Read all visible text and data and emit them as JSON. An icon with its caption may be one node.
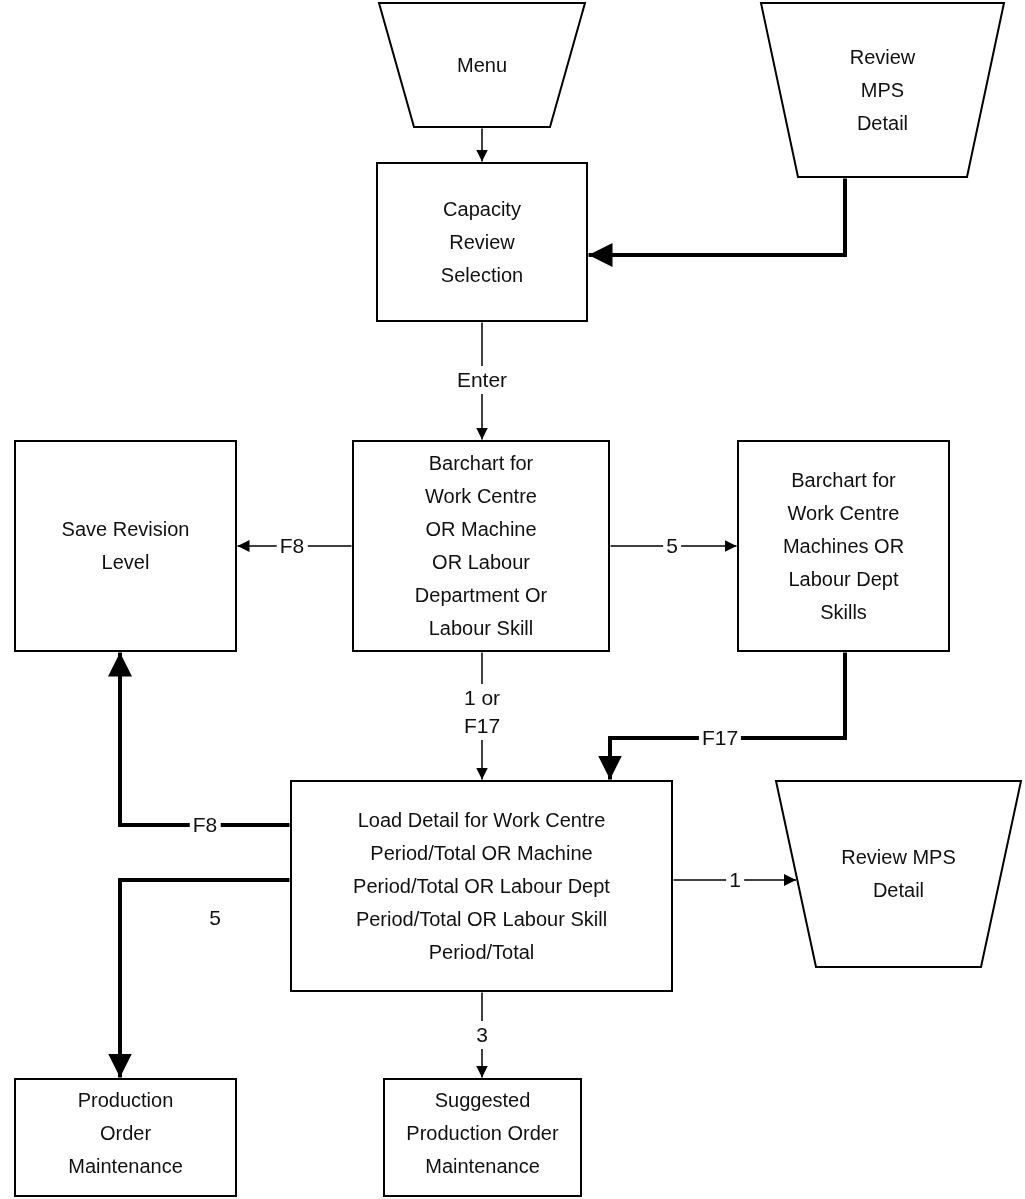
{
  "diagram": {
    "nodes": [
      {
        "text": [
          "Menu"
        ]
      },
      {
        "text": [
          "Review MPS Detail"
        ]
      },
      {
        "text": [
          "Capacity Review Selection"
        ]
      },
      {
        "text": [
          "Barchart for Work Centre OR Machine OR Labour Department Or Labour Skill"
        ]
      },
      {
        "text": [
          "Save Revision Level"
        ]
      },
      {
        "text": [
          "Barchart for Work Centre Machines OR Labour Dept Skills"
        ]
      },
      {
        "text": [
          "Load Detail for Work Centre Period/Total OR Machine Period/Total OR Labour Dept Period/Total OR Labour Skill Period/Total"
        ]
      },
      {
        "text": [
          "Review MPS Detail"
        ]
      },
      {
        "text": [
          "Production Order Maintenance"
        ]
      },
      {
        "text": [
          "Suggested Production Order Maintenance"
        ]
      }
    ],
    "edges": [
      {
        "from": 0,
        "to": 2,
        "arrow": "to"
      },
      {
        "from": 1,
        "to": 2,
        "arrow": "to",
        "style": "thick"
      },
      {
        "from": 2,
        "to": 3,
        "arrow": "to",
        "label": "Enter"
      },
      {
        "from": 3,
        "to": 4,
        "arrow": "to",
        "label": "F8"
      },
      {
        "from": 3,
        "to": 5,
        "arrow": "to",
        "label": "5"
      },
      {
        "from": 3,
        "to": 6,
        "arrow": "to",
        "label": "1 or F17"
      },
      {
        "from": 5,
        "to": 6,
        "arrow": "to",
        "label": "F17",
        "style": "thick"
      },
      {
        "from": 6,
        "to": 4,
        "arrow": "to",
        "label": "F8",
        "style": "thick"
      },
      {
        "from": 6,
        "to": 7,
        "arrow": "to",
        "label": "1"
      },
      {
        "from": 6,
        "to": 8,
        "arrow": "to",
        "label": "5",
        "style": "thick"
      },
      {
        "from": 6,
        "to": 9,
        "arrow": "to",
        "label": "3"
      }
    ]
  }
}
